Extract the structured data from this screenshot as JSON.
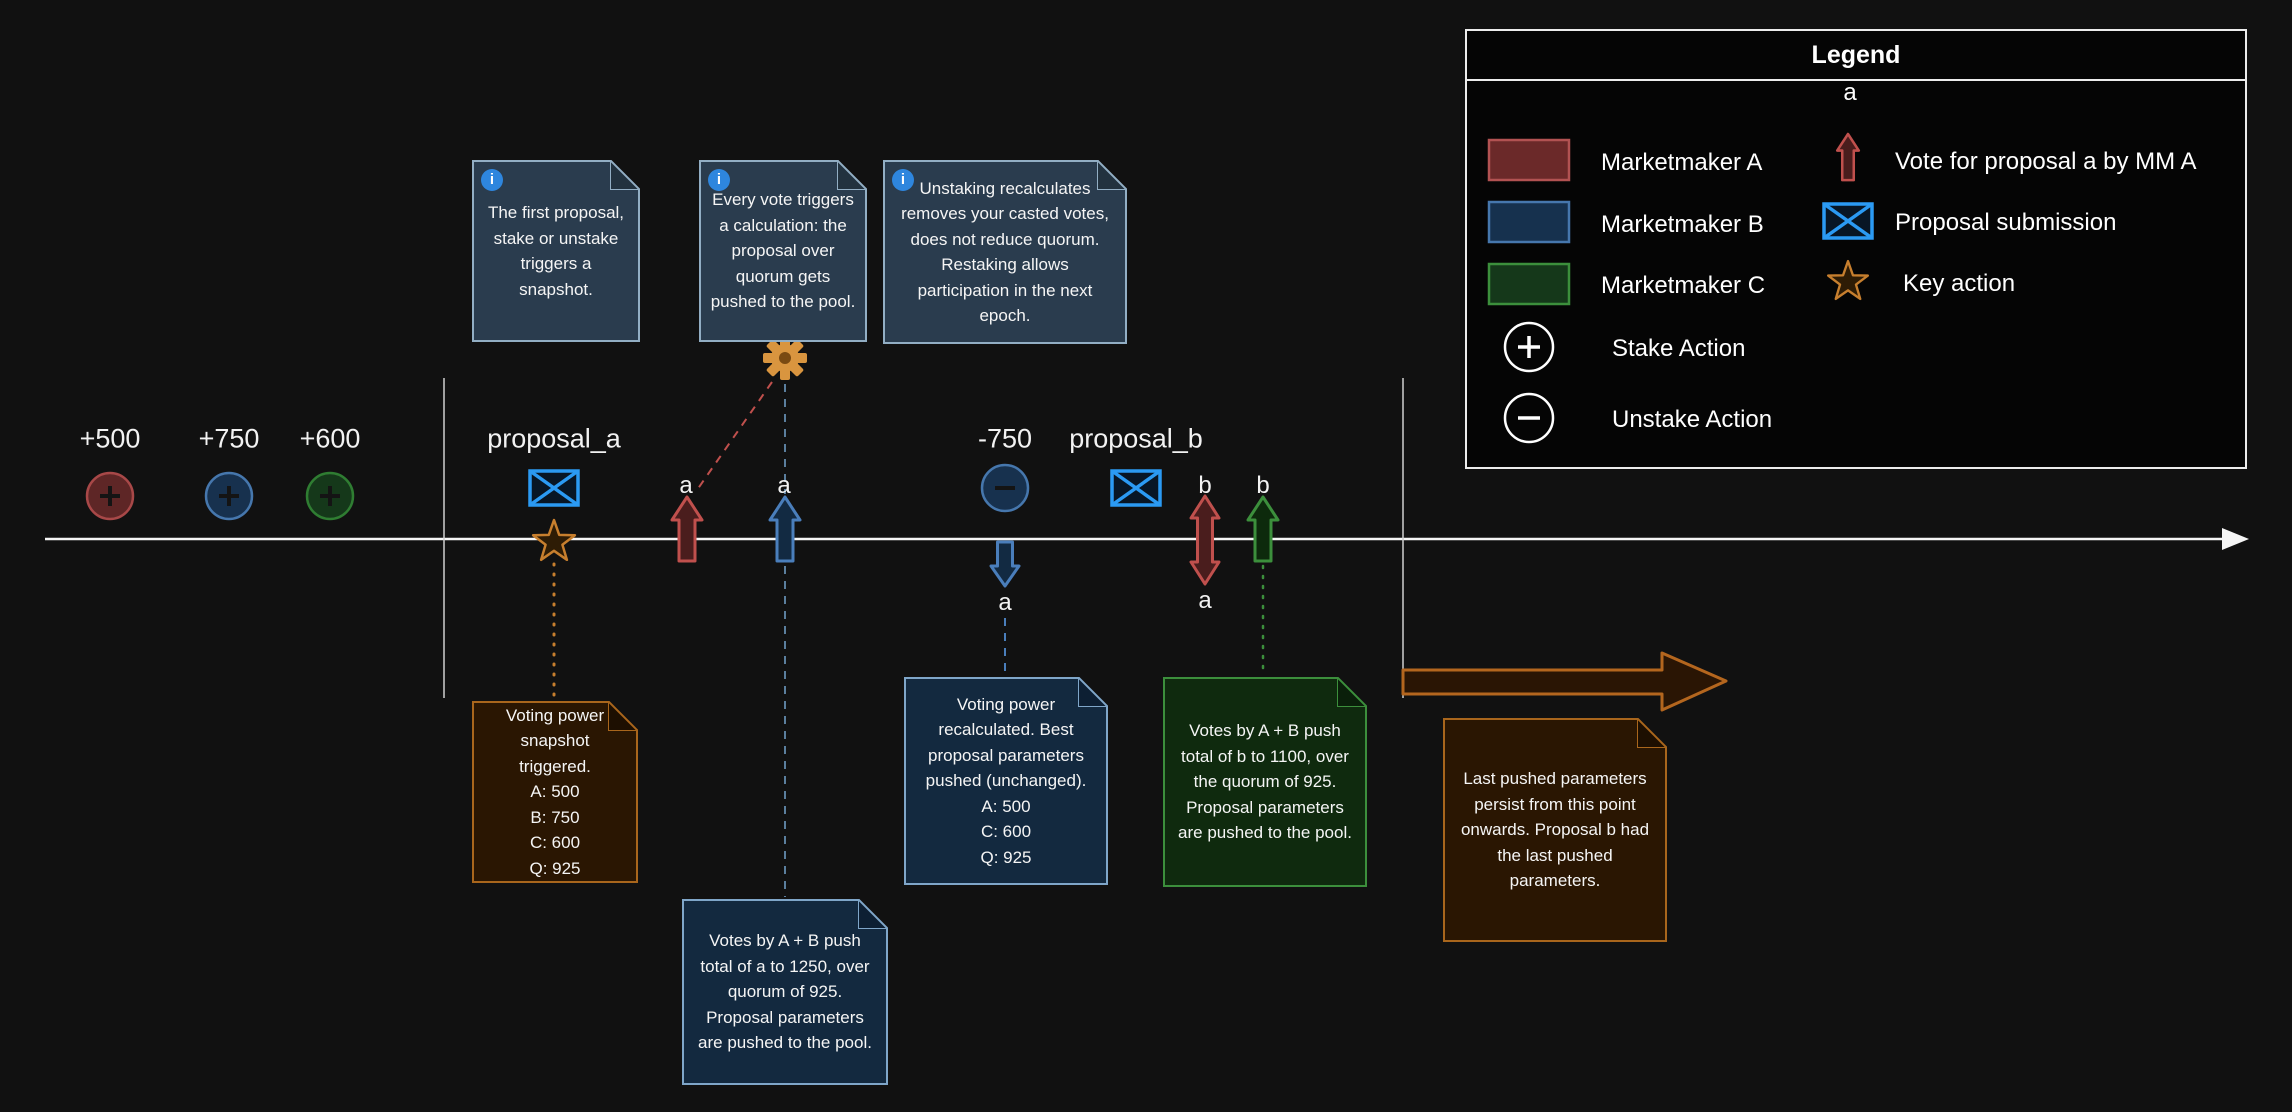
{
  "colors": {
    "background": "#111111",
    "marketmaker_a": "#b25252",
    "marketmaker_b": "#4677ad",
    "marketmaker_c": "#3c8f3c",
    "proposal_blue": "#2b9af3",
    "key_action_orange": "#c77f2e",
    "note_info_border": "#92aec4",
    "note_blue_border": "#7fa6c9",
    "note_brown_border": "#a9661c",
    "note_green_border": "#3c8f3c",
    "timeline": "#f5f5f5"
  },
  "icons": {
    "info": "i"
  },
  "legend": {
    "title": "Legend",
    "items": [
      {
        "label": "Marketmaker A"
      },
      {
        "label": "Marketmaker B"
      },
      {
        "label": "Marketmaker C"
      }
    ],
    "stake_label": "Stake Action",
    "unstake_label": "Unstake Action",
    "vote_letter": "a",
    "vote_label": "Vote for proposal a by MM A",
    "proposal_label": "Proposal submission",
    "key_action_label": "Key action"
  },
  "timeline": {
    "stakes": [
      {
        "label": "+500"
      },
      {
        "label": "+750"
      },
      {
        "label": "+600"
      }
    ],
    "proposal_a_label": "proposal_a",
    "proposal_b_label": "proposal_b",
    "unstake_label": "-750",
    "votes": {
      "a_by_mm_a": "a",
      "a_by_mm_b": "a",
      "a_removed": "a",
      "b_change_top": "b",
      "a_change_bottom": "a",
      "b_by_mm_c": "b"
    }
  },
  "notes": {
    "first_proposal": "The first proposal, stake or unstake triggers a snapshot.",
    "vote_calculation": "Every vote triggers a calculation: the proposal over quorum gets pushed to the pool.",
    "unstaking": "Unstaking recalculates removes your casted votes, does not reduce quorum. Restaking allows participation in the next epoch.",
    "snapshot": "Voting power snapshot triggered.\nA: 500\nB: 750\nC: 600\nQ: 925",
    "votes_a": "Votes by A + B push total of a to 1250, over quorum of 925. Proposal parameters are pushed to the pool.",
    "recalculated": "Voting power recalculated. Best proposal parameters pushed (unchanged).\nA: 500\nC: 600\nQ: 925",
    "votes_b": "Votes by A + B push total of b to 1100, over the quorum of 925. Proposal parameters are pushed to the pool.",
    "persist": "Last pushed parameters persist from this point onwards. Proposal b had the last pushed parameters."
  }
}
